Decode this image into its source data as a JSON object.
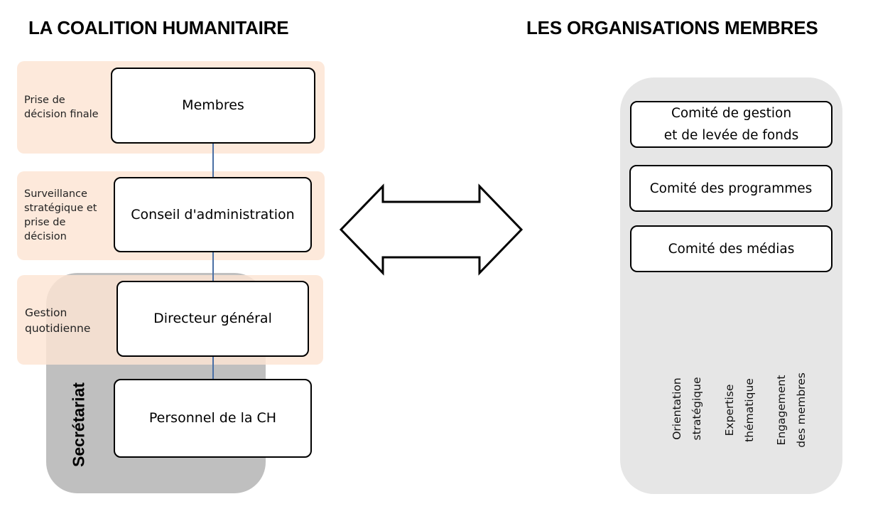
{
  "colors": {
    "band_fill": "#fce4d3",
    "secretariat_fill": "#a9a9a9",
    "members_panel_fill": "#e6e6e6",
    "connector": "#4a6fa5",
    "box_border": "#000000"
  },
  "headings": {
    "left": "LA COALITION HUMANITAIRE",
    "right": "LES ORGANISATIONS MEMBRES"
  },
  "coalition": {
    "secretariat_label": "Secrétariat",
    "levels": [
      {
        "label": "Prise de décision finale",
        "box": "Membres"
      },
      {
        "label": "Surveillance stratégique et prise de décision",
        "box": "Conseil d'administration"
      },
      {
        "label": "Gestion quotidienne",
        "box": "Directeur général"
      }
    ],
    "staff_box": "Personnel de la CH"
  },
  "arrow": {
    "icon": "double-headed-arrow-icon"
  },
  "member_organisations": {
    "committees": [
      "Comité de gestion\net de levée de fonds",
      "Comité des programmes",
      "Comité des médias"
    ],
    "contributions": [
      "Orientation\nstratégique",
      "Expertise\nthématique",
      "Engagement\ndes membres"
    ]
  }
}
